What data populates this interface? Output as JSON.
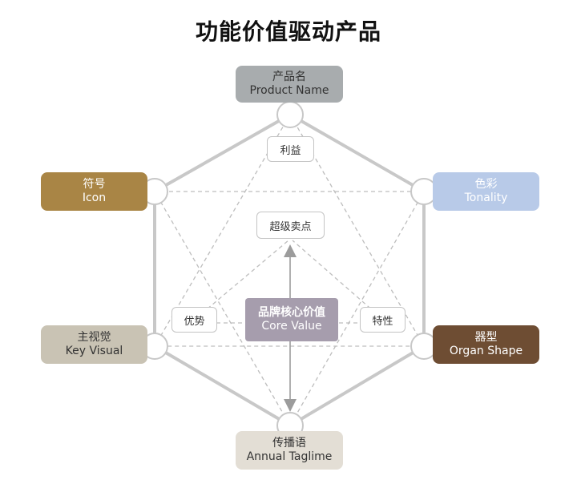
{
  "title": "功能价值驱动产品",
  "nodes": {
    "top": {
      "cn": "产品名",
      "en": "Product Name",
      "bg": "#a8acae",
      "fg": "#333333"
    },
    "upper_left": {
      "cn": "符号",
      "en": "Icon",
      "bg": "#a98545",
      "fg": "#ffffff"
    },
    "upper_right": {
      "cn": "色彩",
      "en": "Tonality",
      "bg": "#b8cae8",
      "fg": "#ffffff"
    },
    "lower_left": {
      "cn": "主视觉",
      "en": "Key Visual",
      "bg": "#c9c3b4",
      "fg": "#333333"
    },
    "lower_right": {
      "cn": "器型",
      "en": "Organ Shape",
      "bg": "#6e4d33",
      "fg": "#ffffff"
    },
    "bottom": {
      "cn": "传播语",
      "en": "Annual Taglime",
      "bg": "#e3ded5",
      "fg": "#333333"
    }
  },
  "center": {
    "cn": "品牌核心价值",
    "en": "Core Value",
    "bg": "#a69dad",
    "fg": "#ffffff"
  },
  "inner_labels": {
    "benefit": "利益",
    "selling_point": "超级卖点",
    "advantage": "优势",
    "feature": "特性"
  },
  "colors": {
    "hex_edge": "#c8c8c8",
    "dashed": "#bdbdbd",
    "arrow": "#9c9c9c"
  }
}
